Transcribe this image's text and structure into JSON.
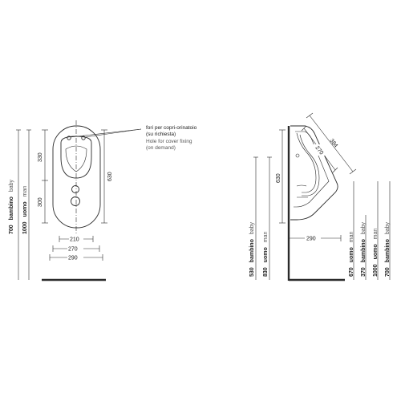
{
  "front": {
    "heights": {
      "baby": {
        "value": "700",
        "word": "bambino",
        "eng": "baby"
      },
      "man": {
        "value": "1000",
        "word": "uomo",
        "eng": "man"
      }
    },
    "dims": {
      "top_330": "330",
      "mid_300": "300",
      "total_630": "630",
      "w_210": "210",
      "w_270": "270",
      "w_290": "290"
    },
    "note": {
      "line1": "fori per copri-orinatoio",
      "line2": "(su richiesta)",
      "line3": "Hole for cover fixing",
      "line4": "(on demand)"
    }
  },
  "side": {
    "left_heights": {
      "baby": {
        "value": "530",
        "word": "bambino",
        "eng": "baby"
      },
      "man": {
        "value": "830",
        "word": "uomo",
        "eng": "man"
      }
    },
    "right_heights": {
      "man_low": {
        "value": "670",
        "word": "uomo",
        "eng": "man"
      },
      "baby_low": {
        "value": "370",
        "word": "bambino",
        "eng": "baby"
      },
      "man_high": {
        "value": "1000",
        "word": "uomo",
        "eng": "man"
      },
      "baby_high": {
        "value": "700",
        "word": "bambino",
        "eng": "baby"
      }
    },
    "dims": {
      "h_630": "630",
      "depth_290": "290",
      "diag_384": "384",
      "diag_270": "270"
    }
  }
}
